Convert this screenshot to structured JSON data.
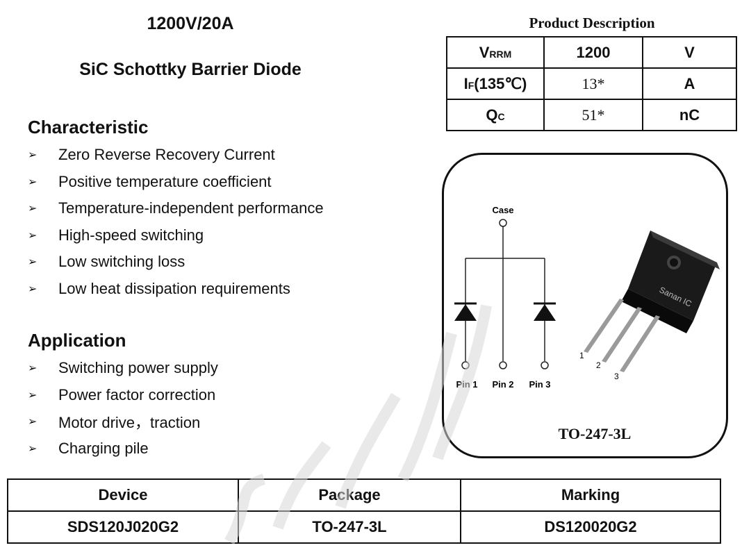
{
  "header": {
    "rating": "1200V/20A",
    "product_type": "SiC Schottky Barrier Diode"
  },
  "characteristic": {
    "title": "Characteristic",
    "items": [
      "Zero Reverse Recovery Current",
      "Positive temperature coefficient",
      "Temperature-independent performance",
      "High-speed switching",
      "Low switching loss",
      "Low heat dissipation requirements"
    ]
  },
  "application": {
    "title": "Application",
    "items": [
      "Switching power supply",
      "Power factor correction",
      "Motor drive，traction",
      "Charging pile"
    ]
  },
  "product_description": {
    "title": "Product Description",
    "rows": [
      {
        "param": "V",
        "sub": "RRM",
        "suffix": "",
        "value": "1200",
        "unit": "V"
      },
      {
        "param": "I",
        "sub": "F",
        "suffix": "(135℃)",
        "value": "13*",
        "unit": "A"
      },
      {
        "param": "Q",
        "sub": "C",
        "suffix": "",
        "value": "51*",
        "unit": "nC"
      }
    ]
  },
  "schematic": {
    "case_label": "Case",
    "pins": [
      "Pin 1",
      "Pin 2",
      "Pin 3"
    ],
    "lead_numbers": [
      "1",
      "2",
      "3"
    ],
    "brand": "Sanan IC"
  },
  "package_name": "TO-247-3L",
  "device_table": {
    "headers": [
      "Device",
      "Package",
      "Marking"
    ],
    "row": [
      "SDS120J020G2",
      "TO-247-3L",
      "DS120020G2"
    ]
  }
}
